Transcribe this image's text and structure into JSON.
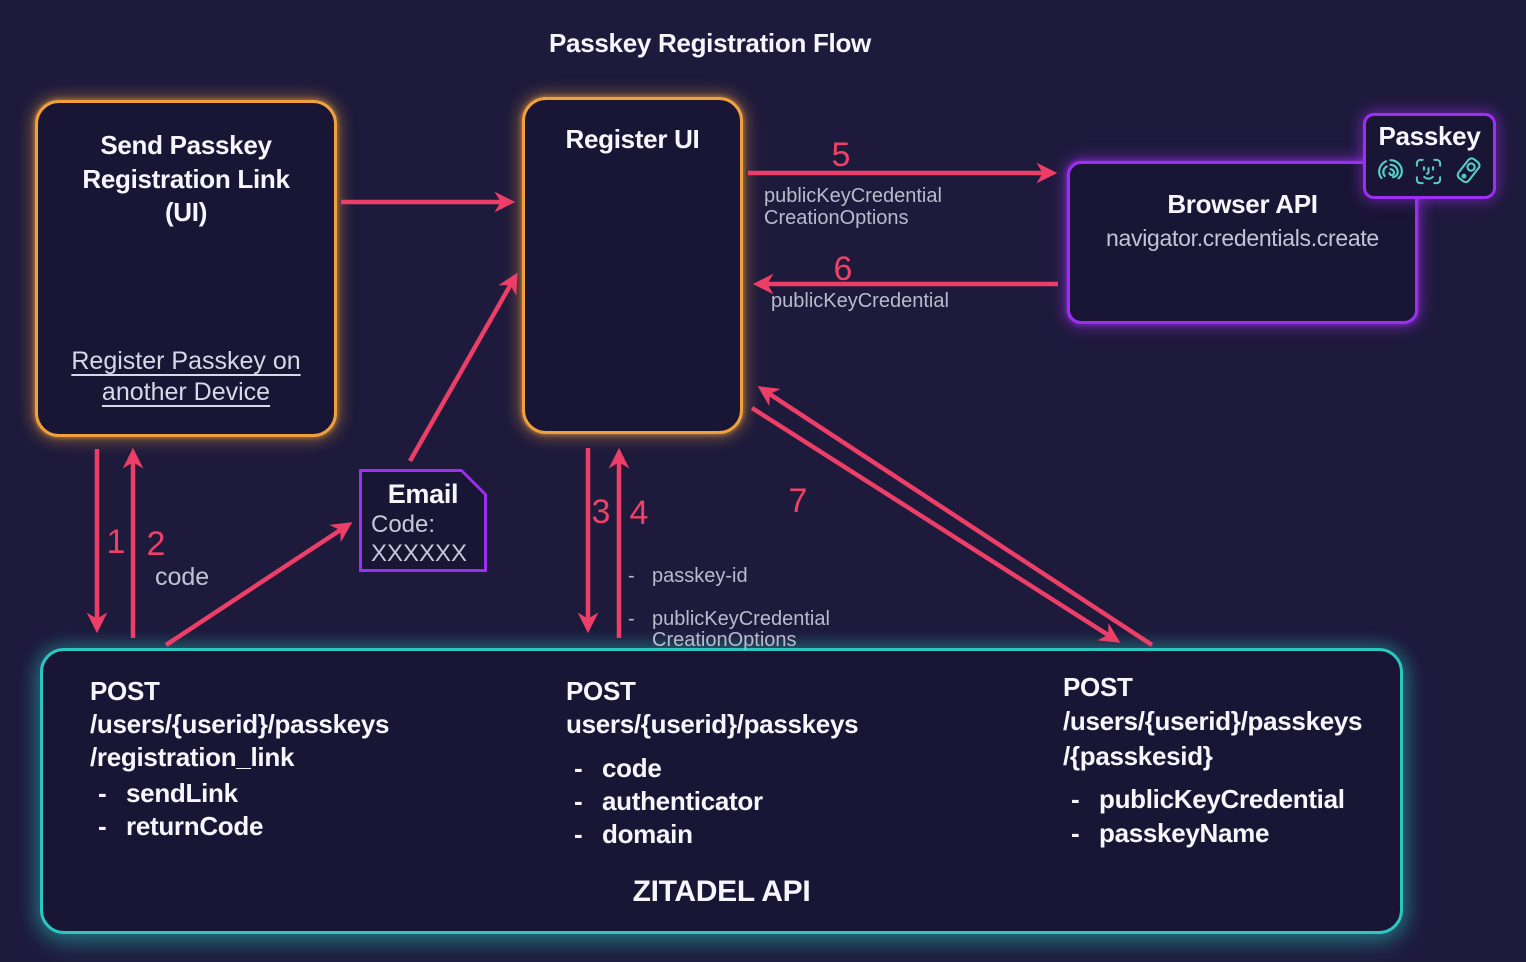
{
  "title": "Passkey Registration Flow",
  "colors": {
    "background": "#1e1a3c",
    "box_fill": "#191534",
    "orange_border": "#f0a13e",
    "purple_border": "#9d2ff0",
    "teal_border": "#2cc6c1",
    "arrow_pink": "#ed3e68",
    "label_gray": "#bcb9cc",
    "icon_teal": "#55cfc5"
  },
  "boxes": {
    "send_link_ui": {
      "title": "Send Passkey\nRegistration Link\n(UI)",
      "link": "Register Passkey on\nanother Device"
    },
    "register_ui": {
      "title": "Register UI"
    },
    "browser_api": {
      "title": "Browser API",
      "subtitle": "navigator.credentials.create"
    },
    "passkey_badge": {
      "title": "Passkey",
      "icons": [
        "fingerprint-icon",
        "face-id-icon",
        "security-key-icon"
      ]
    },
    "email": {
      "title": "Email",
      "code_label": "Code:",
      "code_value": "XXXXXX"
    },
    "zitadel": {
      "title": "ZITADEL API",
      "endpoints": [
        {
          "method": "POST",
          "path": "/users/{userid}/passkeys\n/registration_link",
          "params": [
            "sendLink",
            "returnCode"
          ]
        },
        {
          "method": "POST",
          "path": "users/{userid}/passkeys",
          "params": [
            "code",
            "authenticator",
            "domain"
          ]
        },
        {
          "method": "POST",
          "path": "/users/{userid}/passkeys\n/{passkesid}",
          "params": [
            "publicKeyCredential",
            "passkeyName"
          ]
        }
      ]
    }
  },
  "arrows": {
    "step1": {
      "number": "1"
    },
    "step2": {
      "number": "2",
      "label": "code"
    },
    "step3": {
      "number": "3"
    },
    "step4": {
      "number": "4",
      "labels": [
        "passkey-id",
        "publicKeyCredential\nCreationOptions"
      ]
    },
    "step5": {
      "number": "5",
      "label": "publicKeyCredential\nCreationOptions"
    },
    "step6": {
      "number": "6",
      "label": "publicKeyCredential"
    },
    "step7": {
      "number": "7"
    }
  }
}
